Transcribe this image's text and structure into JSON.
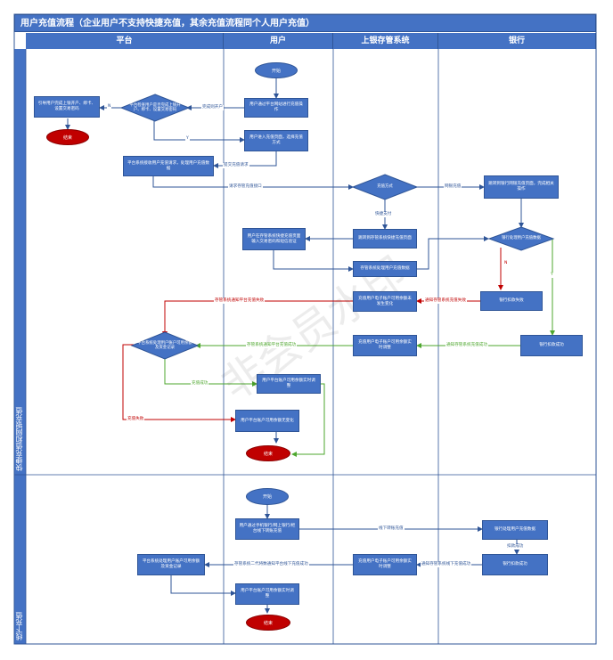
{
  "title": "用户充值流程（企业用户不支持快捷充值，其余充值流程同个人用户充值）",
  "lanes": [
    "平台",
    "用户",
    "上银存管系统",
    "银行"
  ],
  "rows": [
    "快捷充值和网银充值",
    "线下充值"
  ],
  "nodes": {
    "start1": "开始",
    "user_recharge": "用户通过平台网站进行充值操作",
    "check_open": "平台检查用户是否完成上银开户、绑卡、设置交易密码",
    "guide_open": "引导用户完成上银开户、绑卡、设置交易密码",
    "end_guide": "结束",
    "user_input": "用户进入充值页面，选择充值方式",
    "platform_receive": "平台系统接收用户充值请求，处理用户充值数据",
    "recharge_method": "充值方式",
    "bank_page": "跳转到银行网银充值页面，完成相关操作",
    "quick_page": "跳转到存管系统快捷充值页面",
    "user_quick_input": "用户在存管系统快捷充值页面输入交易密码和短信验证",
    "depository_process": "存管系统处理用户充值数据",
    "bank_process": "银行处理用户充值数据",
    "bank_fail": "银行扣款失败",
    "account_fail": "充值用户电子账户可用余额未发生变化",
    "bank_success": "银行扣款成功",
    "account_success": "充值用户电子账户可用余额实时调整",
    "platform_check": "平台系统处理用户账户可用余额及资金记录",
    "platform_adjust": "用户平台账户可用余额实时调整",
    "no_change": "用户平台账户可用余额无变化",
    "end1": "结束",
    "start2": "开始",
    "offline_transfer": "用户通过手机银行/网上银行/柜台线下转账充值",
    "offline_bank_process": "银行处理用户充值数据",
    "offline_bank_success": "银行扣款成功",
    "offline_account": "充值用户电子账户可用余额实时调整",
    "offline_platform": "平台系统处理用户账户可用余额及资金记录",
    "offline_platform_adjust": "用户平台账户可用余额实时调整",
    "end2": "结束"
  },
  "edges": {
    "completed": "完成则开户",
    "n": "N",
    "y": "Y",
    "submit": "提交充值请求",
    "request_api": "请求存管充值接口",
    "ebank": "网银充值",
    "quick": "快捷支付",
    "notify_platform_fail": "存管系统通知平台充值失败",
    "notify_depository_fail": "通知存管系统充值失败",
    "notify_platform_success": "存管系统通知平台充值成功",
    "notify_depository_success": "通知存管系统充值成功",
    "recharge_success": "充值成功",
    "recharge_fail": "充值失败",
    "bn": "N",
    "by": "Y",
    "offline_recharge": "线下转账充值",
    "deduct_success": "扣款成功",
    "offline_notify_depository": "通知存管系统线下充值成功",
    "offline_notify_platform": "存管系统二代将数通知平台线下充值成功"
  },
  "watermark": "非会员水印",
  "colors": {
    "lane": "#4472C4",
    "line": "#2F5597",
    "fail": "#C00000",
    "success": "#4EA72E",
    "end": "#C00000"
  }
}
